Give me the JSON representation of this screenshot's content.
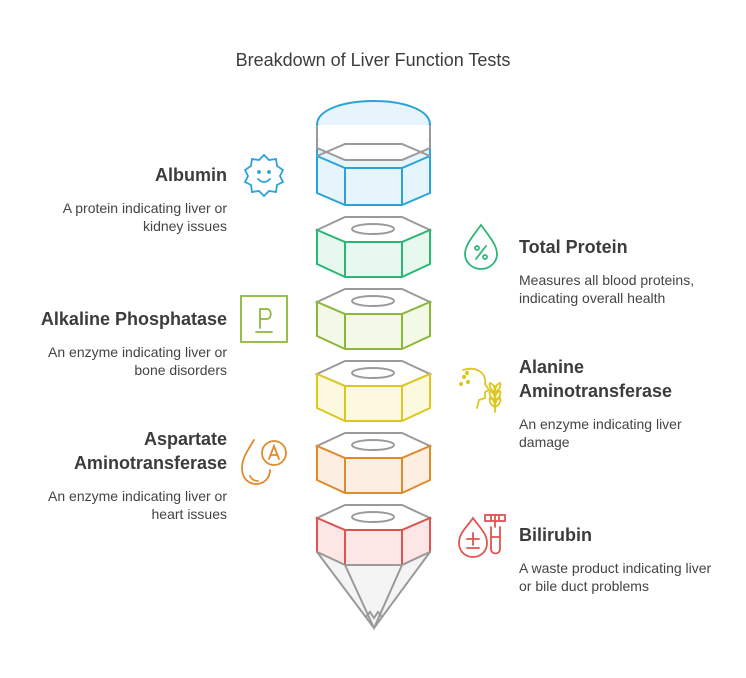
{
  "title": "Breakdown of Liver Function Tests",
  "items": [
    {
      "heading": "Albumin",
      "description": "A protein indicating liver or kidney issues",
      "icon": "smiling-sun-icon",
      "color": "#29a3d9",
      "light": "#e6f5fc"
    },
    {
      "heading": "Total Protein",
      "description": "Measures all blood proteins, indicating overall health",
      "icon": "percent-drop-icon",
      "color": "#2bb877",
      "light": "#e7f8ef"
    },
    {
      "heading": "Alkaline Phosphatase",
      "description": "An enzyme indicating liver or bone disorders",
      "icon": "letter-p-icon",
      "color": "#8cb83a",
      "light": "#f3f9e6"
    },
    {
      "heading": "Alanine Aminotransferase",
      "description": "An enzyme indicating liver damage",
      "icon": "head-wheat-icon",
      "color": "#dcc71f",
      "light": "#fcf9de"
    },
    {
      "heading": "Aspartate Aminotransferase",
      "description": "An enzyme indicating liver or heart issues",
      "icon": "drop-letter-a-icon",
      "color": "#e08a2c",
      "light": "#fcefe1"
    },
    {
      "heading": "Bilirubin",
      "description": "A waste product indicating liver or bile duct problems",
      "icon": "blood-test-tube-icon",
      "color": "#e05450",
      "light": "#fce7e6"
    }
  ]
}
